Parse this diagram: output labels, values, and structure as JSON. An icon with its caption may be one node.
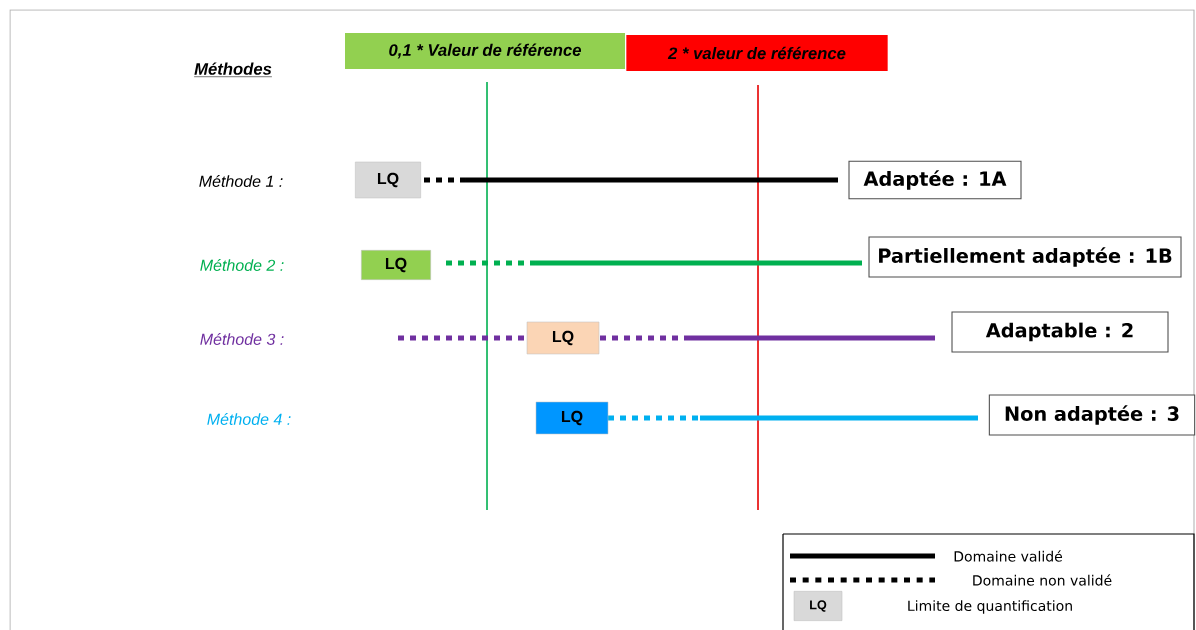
{
  "diagram": {
    "nodes": [
      {
        "text": [
          "0,1 * Valeur de référence"
        ]
      },
      {
        "text": [
          "2 * valeur de référence"
        ]
      },
      {
        "text": [
          "LQ"
        ]
      },
      {
        "text": [
          "Adaptée : 1A"
        ]
      },
      {
        "text": [
          "LQ"
        ]
      },
      {
        "text": [
          "Partiellement adaptée : 1B"
        ]
      },
      {
        "text": [
          "LQ"
        ]
      },
      {
        "text": [
          "Adaptable : 2"
        ]
      },
      {
        "text": [
          "LQ"
        ]
      },
      {
        "text": [
          "Non adaptée : 3"
        ]
      }
    ],
    "labels": [
      "Méthodes",
      "Méthode 1 :",
      "Méthode 2 :",
      "Méthode 3 :",
      "Méthode 4 :",
      "LQ"
    ],
    "legend": [
      {
        "text": "Domaine validé"
      },
      {
        "text": "Domaine non validé"
      },
      {
        "text": "Limite de quantification"
      }
    ]
  }
}
